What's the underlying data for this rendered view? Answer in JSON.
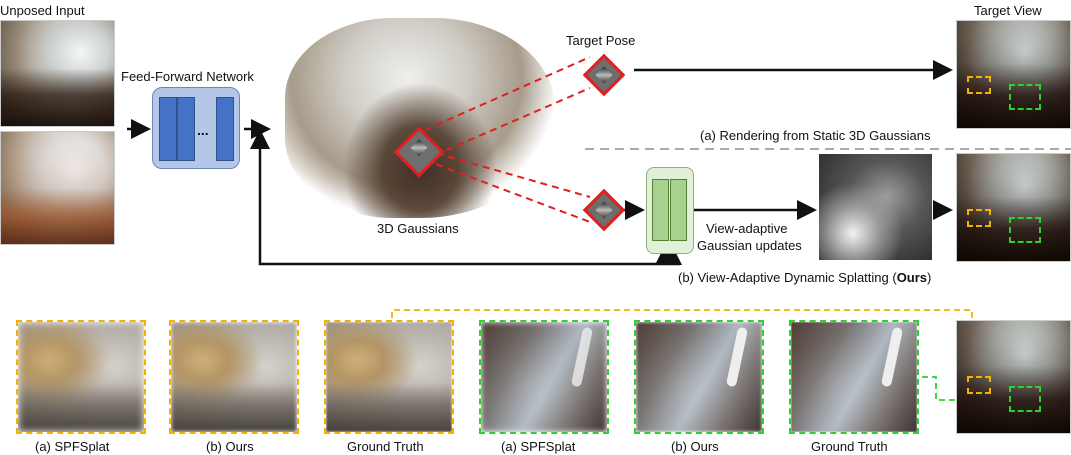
{
  "labels": {
    "unposed_input": "Unposed Input",
    "target_view": "Target View",
    "feed_forward": "Feed-Forward Network",
    "target_pose": "Target Pose",
    "gaussians": "3D Gaussians",
    "static_caption": "(a) Rendering from Static 3D Gaussians",
    "view_adaptive_line1": "View-adaptive",
    "view_adaptive_line2": "Gaussian updates",
    "dynamic_caption_prefix": "(b) View-Adaptive Dynamic Splatting (",
    "dynamic_caption_bold": "Ours",
    "dynamic_caption_suffix": ")",
    "ellipsis": "..."
  },
  "crops": [
    {
      "caption": "(a) SPFSplat",
      "color": "yellow"
    },
    {
      "caption": "(b) Ours",
      "color": "yellow"
    },
    {
      "caption": "Ground Truth",
      "color": "yellow"
    },
    {
      "caption": "(a) SPFSplat",
      "color": "green"
    },
    {
      "caption": "(b) Ours",
      "color": "green"
    },
    {
      "caption": "Ground Truth",
      "color": "green"
    }
  ],
  "colors": {
    "network_box": "#b4c7e7",
    "network_bar": "#4472c4",
    "update_box": "#e2efd9",
    "update_bar": "#a9d18e",
    "pose_dash": "#e02020",
    "yellow_dash": "#f2b200",
    "green_dash": "#2fcf2f",
    "separator": "#aaaaaa"
  }
}
